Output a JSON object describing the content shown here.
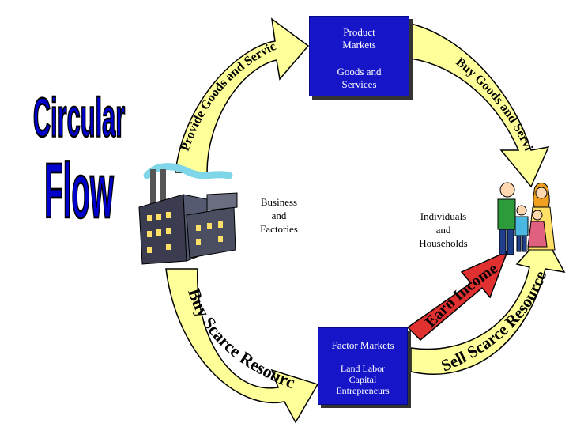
{
  "title": {
    "line1": "Circular",
    "line2": "Flow"
  },
  "product_markets": {
    "title_line1": "Product",
    "title_line2": "Markets",
    "sub_line1": "Goods and",
    "sub_line2": "Services"
  },
  "factor_markets": {
    "title": "Factor Markets",
    "line1": "Land   Labor",
    "line2": "Capital",
    "line3": "Entrepreneurs"
  },
  "business": {
    "line1": "Business",
    "line2": "and",
    "line3": "Factories"
  },
  "households": {
    "line1": "Individuals",
    "line2": "and",
    "line3": "Households"
  },
  "arrows": {
    "provide": "Provide Goods and Services",
    "buy_goods": "Buy Goods and Services",
    "buy_resources": "Buy Scarce Resources",
    "sell_resources": "Sell Scarce Resources",
    "earn": "Earn Income"
  },
  "colors": {
    "arrow_fill": "#ffff99",
    "title_blue": "#0000cc",
    "box_blue": "#1616c8",
    "income_red": "#e03030"
  }
}
